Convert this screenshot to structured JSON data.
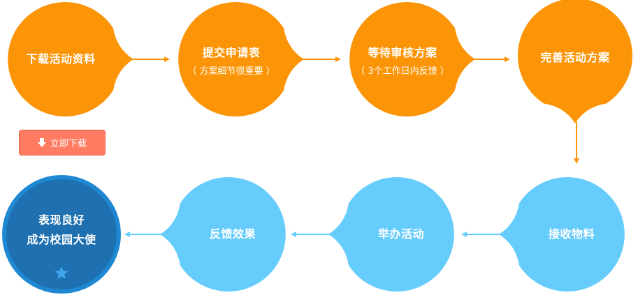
{
  "steps": [
    {
      "title": "下载活动资料",
      "note": ""
    },
    {
      "title": "提交申请表",
      "note": "（ 方案细节很重要 ）"
    },
    {
      "title": "等待审核方案",
      "note": "（ 3个工作日内反馈 ）"
    },
    {
      "title": "完善活动方案",
      "note": ""
    },
    {
      "title": "接收物料",
      "note": ""
    },
    {
      "title": "举办活动",
      "note": ""
    },
    {
      "title": "反馈效果",
      "note": ""
    },
    {
      "title_line1": "表现良好",
      "title_line2": "成为校园大使"
    }
  ],
  "download_button": {
    "label": "立即下载",
    "icon": "download-arrow-icon"
  },
  "final_badge_icon": "star-icon",
  "colors": {
    "orange": "#fb9406",
    "light_blue": "#66ccfc",
    "dark_blue": "#1e70b0",
    "dark_blue_ring": "#1e88d2",
    "download_button": "#ff7c63",
    "star": "#3ea7ec"
  }
}
